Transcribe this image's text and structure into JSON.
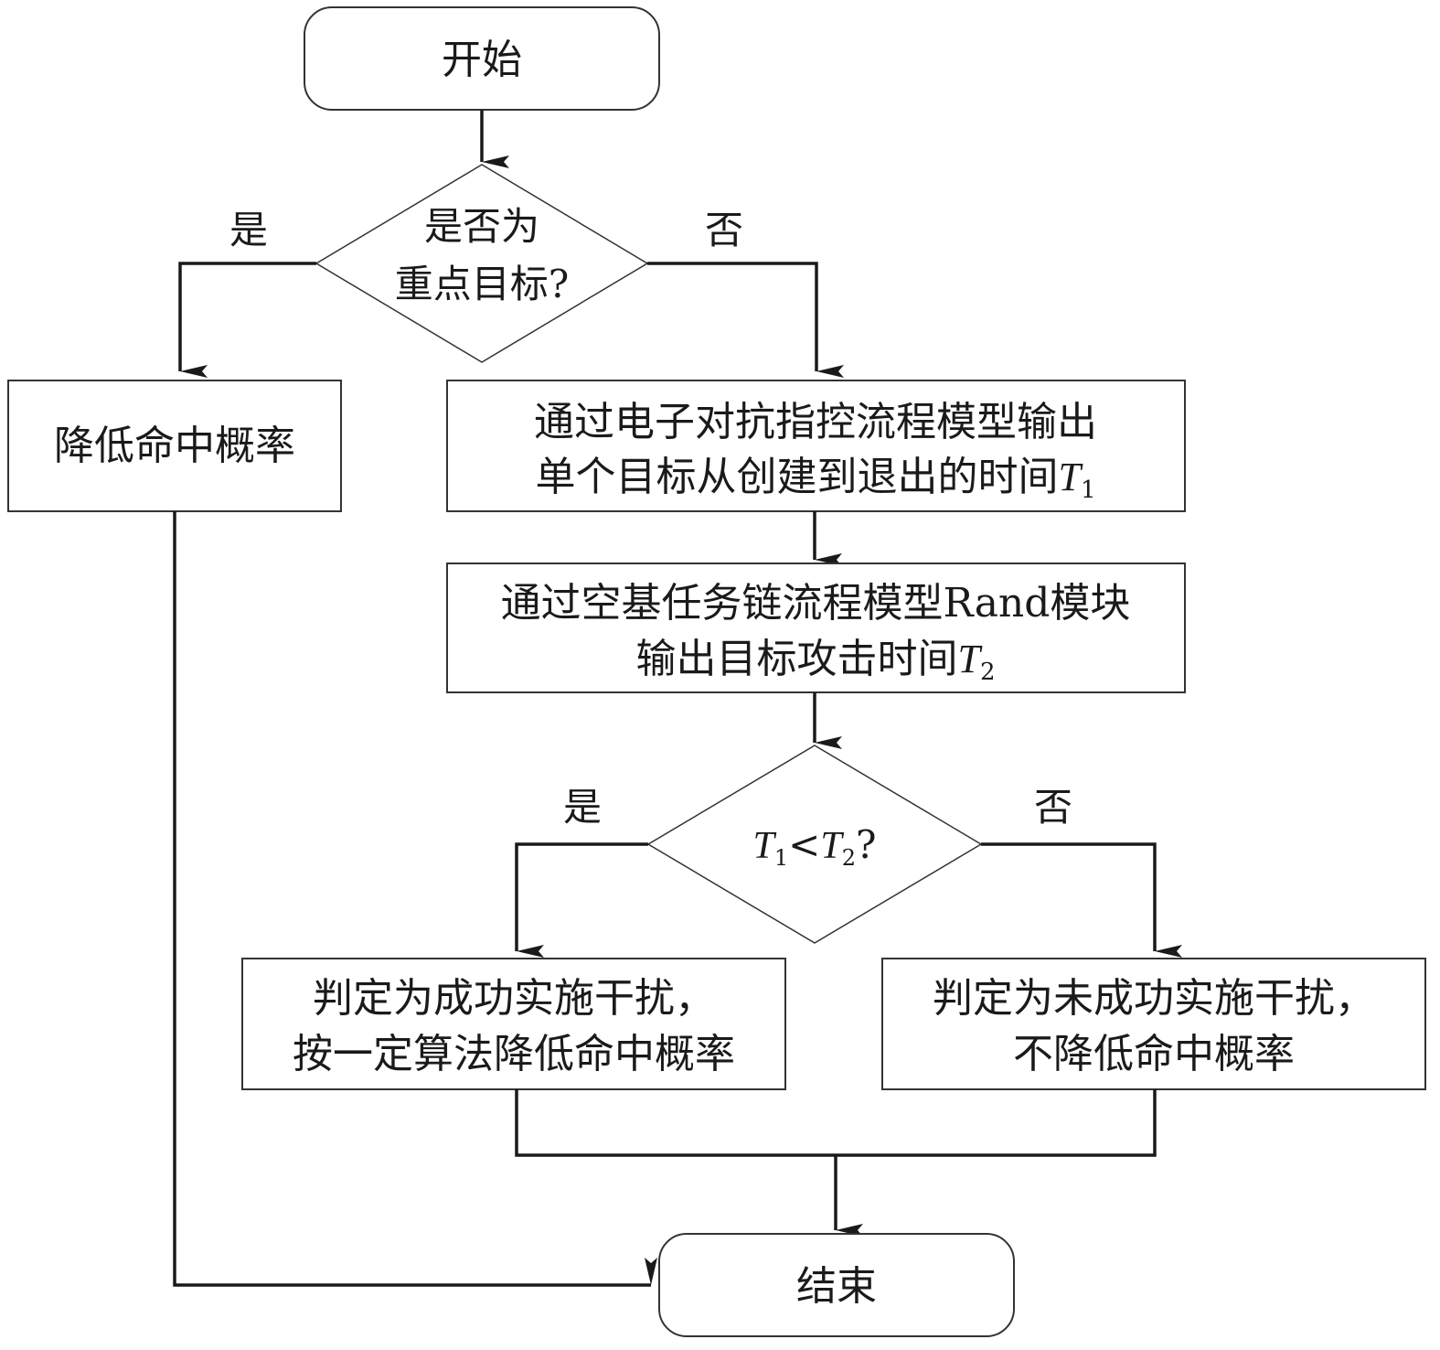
{
  "flowchart": {
    "start": {
      "label": "开始"
    },
    "decision1": {
      "line1": "是否为",
      "line2": "重点目标?",
      "yes": "是",
      "no": "否"
    },
    "reduce_box": {
      "label": "降低命中概率"
    },
    "step1": {
      "line1": "通过电子对抗指控流程模型输出",
      "line2_text": "单个目标从创建到退出的时间",
      "var": "T",
      "sub": "1"
    },
    "step2": {
      "line1": "通过空基任务链流程模型Rand模块",
      "line2_text": "输出目标攻击时间",
      "var": "T",
      "sub": "2"
    },
    "decision2": {
      "var1": "T",
      "sub1": "1",
      "op": "<",
      "var2": "T",
      "sub2": "2",
      "q": "?",
      "yes": "是",
      "no": "否"
    },
    "success_box": {
      "line1": "判定为成功实施干扰，",
      "line2": "按一定算法降低命中概率"
    },
    "fail_box": {
      "line1": "判定为未成功实施干扰，",
      "line2": "不降低命中概率"
    },
    "end": {
      "label": "结束"
    }
  }
}
